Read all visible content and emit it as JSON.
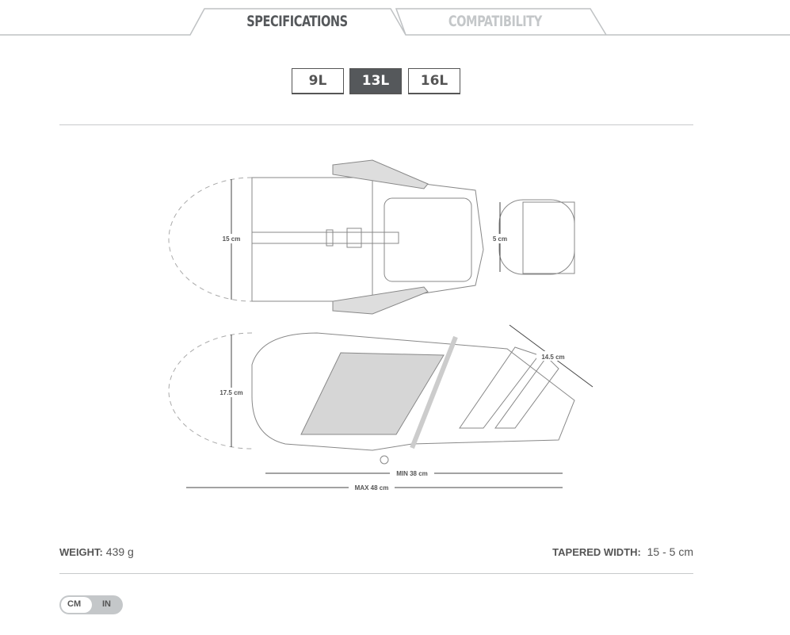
{
  "tabs": [
    {
      "label": "SPECIFICATIONS",
      "active": true
    },
    {
      "label": "COMPATIBILITY",
      "active": false
    }
  ],
  "sizes": [
    {
      "label": "9L"
    },
    {
      "label": "13L",
      "active": true
    },
    {
      "label": "16L"
    }
  ],
  "diagram": {
    "top_height": "15 cm",
    "top_taper": "5 cm",
    "side_height": "17.5 cm",
    "strap": "14.5 cm",
    "min_length": "MIN 38 cm",
    "max_length": "MAX 48 cm"
  },
  "specs": {
    "weight_label": "WEIGHT:",
    "weight_value": "439 g",
    "width_label": "TAPERED WIDTH:",
    "width_value": "15 - 5 cm"
  },
  "units": {
    "cm": "CM",
    "in": "IN",
    "selected": "CM"
  },
  "colors": {
    "active": "#55585b",
    "inactive_tab": "#c4c7c9",
    "rule": "#c8cacb"
  }
}
